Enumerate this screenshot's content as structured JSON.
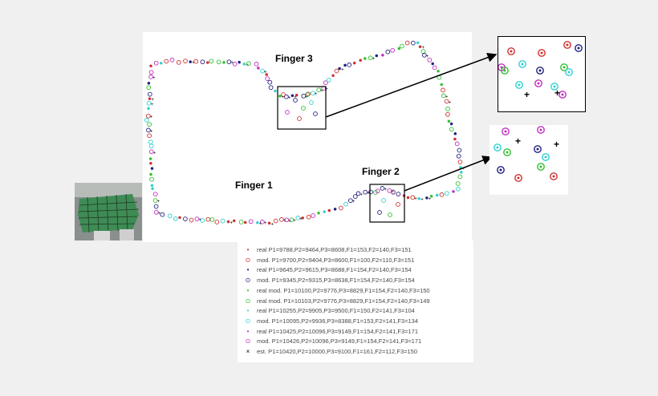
{
  "labels": {
    "finger3": "Finger 3",
    "finger2": "Finger 2",
    "finger1": "Finger 1"
  },
  "colors": {
    "red": "#d03030",
    "green": "#30c030",
    "navy": "#202080",
    "cyan": "#30d0d0",
    "magenta": "#c030c0",
    "black": "#000000"
  },
  "legend": [
    {
      "marker": "•",
      "color": "#d03030",
      "text": "real P1=9788,P2=9464,P3=8608,F1=153,F2=140,F3=151"
    },
    {
      "marker": "⊙",
      "color": "#d03030",
      "text": "mod. P1=9700,P2=9404,P3=8600,F1=100,F2=110,F3=151"
    },
    {
      "marker": "•",
      "color": "#202080",
      "text": "real P1=9645,P2=9615,P3=8688,F1=154,F2=140,F3=154"
    },
    {
      "marker": "⊙",
      "color": "#202080",
      "text": "mod. P1=9345,P2=9315,P3=8638,F1=154,F2=140,F3=154"
    },
    {
      "marker": "•",
      "color": "#30c030",
      "text": "real mod. P1=10100,P2=9776,P3=8829,F1=154,F2=140,F3=150"
    },
    {
      "marker": "⊙",
      "color": "#30c030",
      "text": "real mod. P1=10103,P2=9776,P3=8829,F1=154,F2=140,F3=149"
    },
    {
      "marker": "•",
      "color": "#30d0d0",
      "text": "real P1=10255,P2=9905,P3=9500,F1=150,F2=141,F3=104"
    },
    {
      "marker": "⊙",
      "color": "#30d0d0",
      "text": "mod. P1=10095,P2=9936,P3=8388,F1=153,F2=141,F3=134"
    },
    {
      "marker": "•",
      "color": "#c030c0",
      "text": "real P1=10425,P2=10096,P3=9149,F1=154,F2=141,F3=171"
    },
    {
      "marker": "⊙",
      "color": "#c030c0",
      "text": "mod. P1=10426,P2=10096,P3=9149,F1=154,F2=141,F3=171"
    },
    {
      "marker": "×",
      "color": "#000000",
      "text": "est. P1=10420,P2=10000,P3=9100,F1=161,F2=112,F3=150"
    }
  ]
}
